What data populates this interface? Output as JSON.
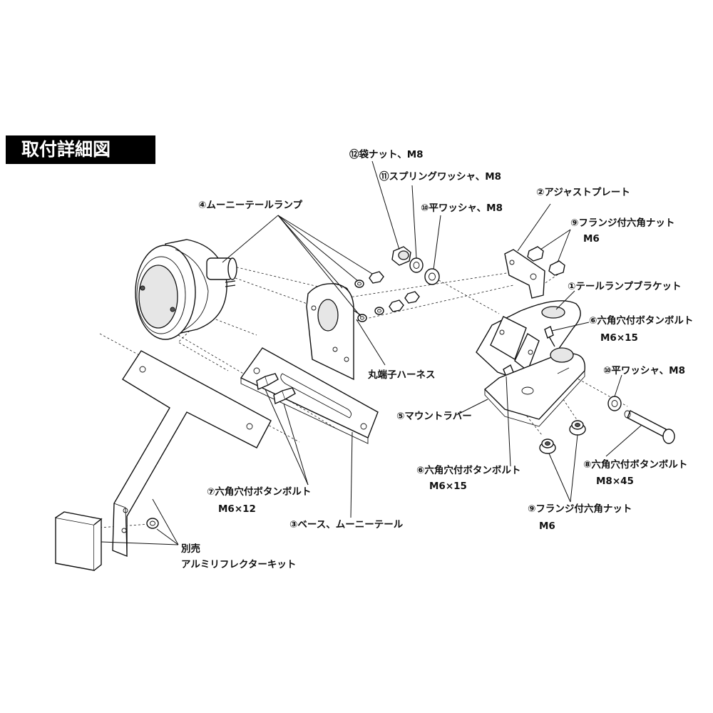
{
  "title": "取付詳細図",
  "labels": {
    "p12": "⑫袋ナット、M8",
    "p11": "⑪スプリングワッシャ、M8",
    "p10_top": "⑩平ワッシャ、M8",
    "p2": "②アジャストプレート",
    "p9_top": "⑨フランジ付六角ナット",
    "p9_top_size": "M6",
    "p4": "④ムーニーテールランプ",
    "p1": "①テールランプブラケット",
    "p6_top": "⑥六角穴付ボタンボルト",
    "p6_top_size": "M6×15",
    "harness": "丸端子ハーネス",
    "p10_right": "⑩平ワッシャ、M8",
    "p5": "⑤マウントラバー",
    "p6_mid": "⑥六角穴付ボタンボルト",
    "p6_mid_size": "M6×15",
    "p8": "⑧六角穴付ボタンボルト",
    "p8_size": "M8×45",
    "p7": "⑦六角穴付ボタンボルト",
    "p7_size": "M6×12",
    "p9_bottom": "⑨フランジ付六角ナット",
    "p9_bottom_size": "M6",
    "p3": "③ベース、ムーニーテール",
    "sold_separately": "別売",
    "reflector_kit": "アルミリフレクターキット"
  }
}
